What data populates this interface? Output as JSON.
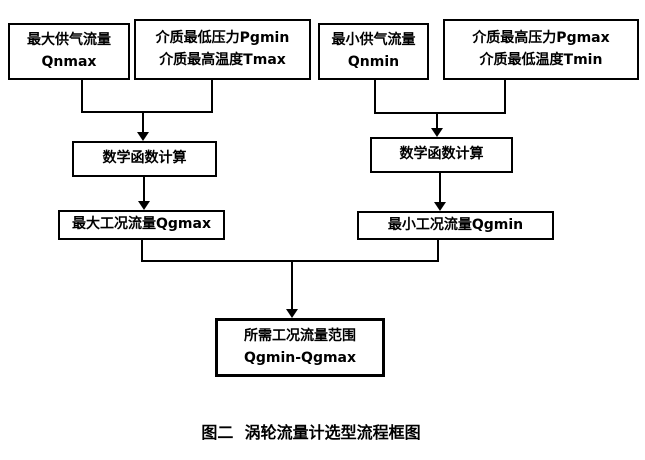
{
  "diagram": {
    "title_caption": "图二  涡轮流量计选型流程框图",
    "boxes": {
      "qnmax": {
        "line1": "最大供气流量",
        "line2": "Qnmax"
      },
      "pgmin_tmax": {
        "line1": "介质最低压力Pgmin",
        "line2": "介质最高温度Tmax"
      },
      "qnmin": {
        "line1": "最小供气流量",
        "line2": "Qnmin"
      },
      "pgmax_tmin": {
        "line1": "介质最高压力Pgmax",
        "line2": "介质最低温度Tmin"
      },
      "math_left": {
        "label": "数学函数计算"
      },
      "math_right": {
        "label": "数学函数计算"
      },
      "qgmax": {
        "label": "最大工况流量Qgmax"
      },
      "qgmin": {
        "label": "最小工况流量Qgmin"
      },
      "result": {
        "line1": "所需工况流量范围",
        "line2": "Qgmin-Qgmax"
      }
    },
    "colors": {
      "line": "#000000",
      "text": "#000000",
      "background": "#ffffff"
    }
  }
}
